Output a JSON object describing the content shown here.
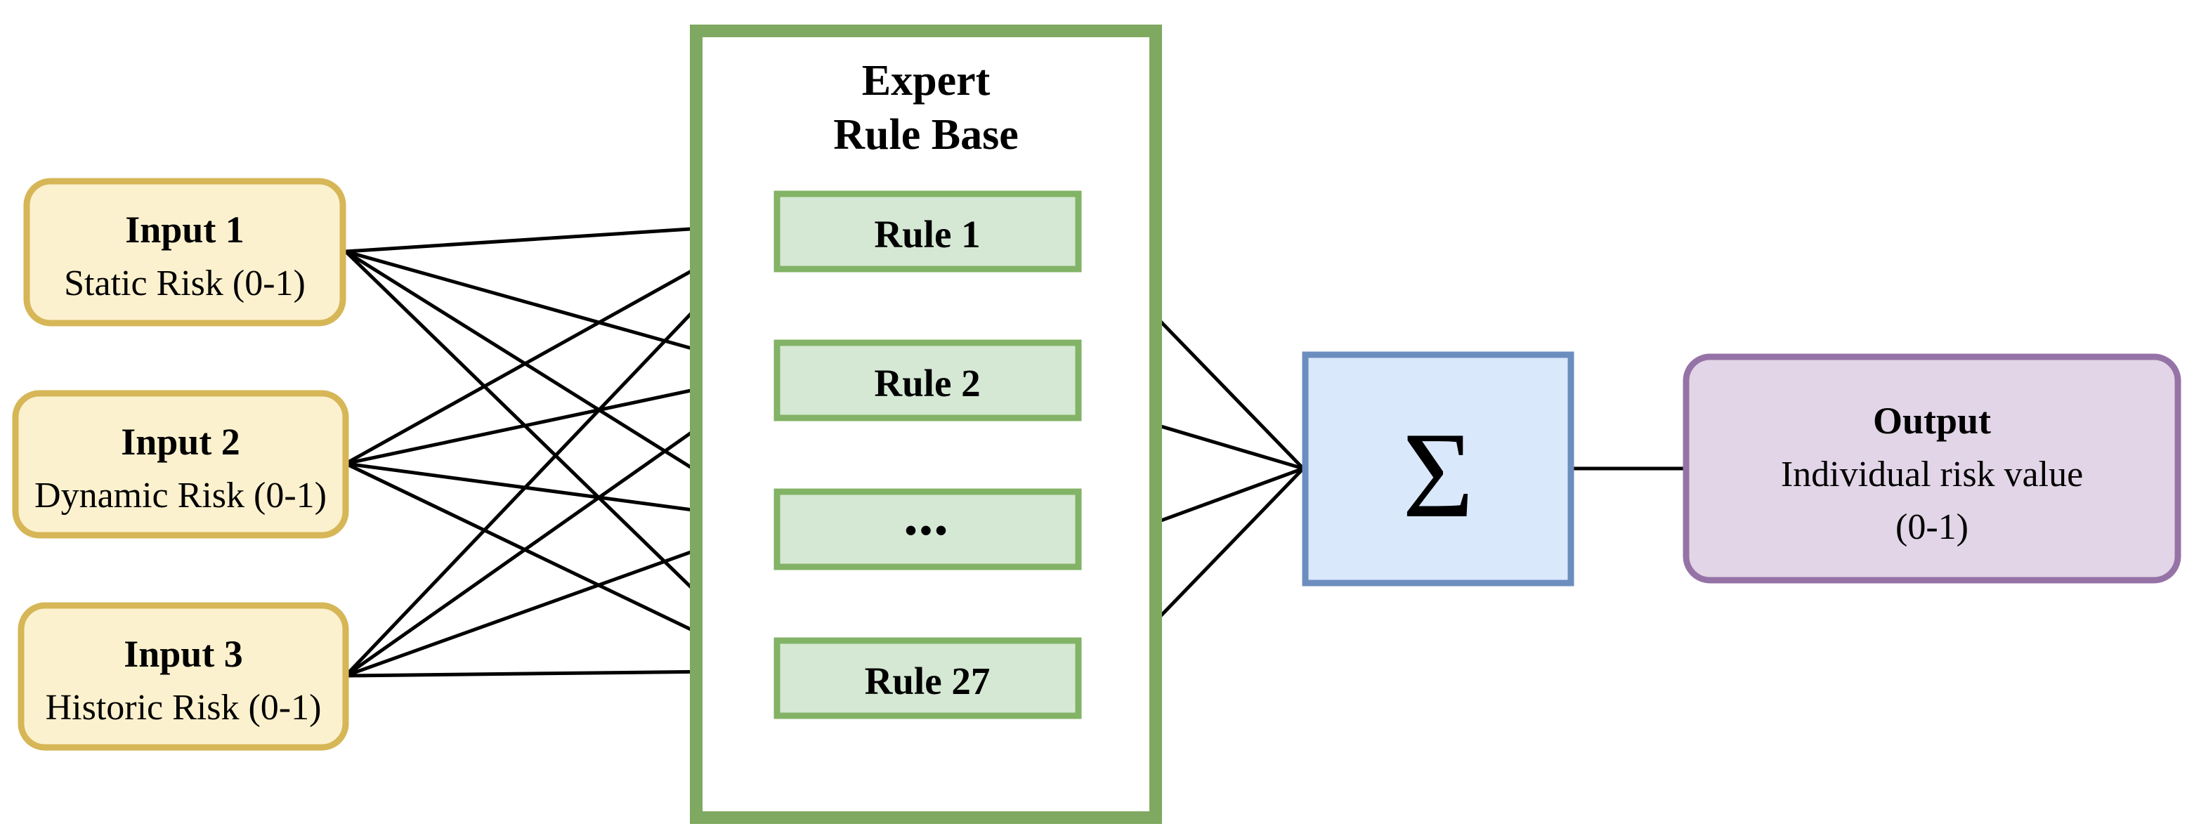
{
  "diagram": {
    "type": "fuzzy-inference-block-diagram",
    "background_color": "#FFFFFF",
    "inputs": [
      {
        "id": "input-1",
        "title": "Input 1",
        "subtitle": "Static Risk (0-1)",
        "fill_color": "#FCF1CE",
        "border_color": "#D6B656"
      },
      {
        "id": "input-2",
        "title": "Input 2",
        "subtitle": "Dynamic Risk (0-1)",
        "fill_color": "#FCF1CE",
        "border_color": "#D6B656"
      },
      {
        "id": "input-3",
        "title": "Input 3",
        "subtitle": "Historic Risk (0-1)",
        "fill_color": "#FCF1CE",
        "border_color": "#D6B656"
      }
    ],
    "rule_base": {
      "title_line_1": "Expert",
      "title_line_2": "Rule Base",
      "border_color": "#7FA860",
      "fill_color": "#FFFFFF",
      "rules": [
        {
          "id": "rule-1",
          "label": "Rule 1",
          "fill_color": "#D5E8D4",
          "border_color": "#82B366"
        },
        {
          "id": "rule-2",
          "label": "Rule 2",
          "fill_color": "#D5E8D4",
          "border_color": "#82B366"
        },
        {
          "id": "rule-ellipsis",
          "label": "•••",
          "fill_color": "#D5E8D4",
          "border_color": "#82B366"
        },
        {
          "id": "rule-27",
          "label": "Rule 27",
          "fill_color": "#D5E8D4",
          "border_color": "#82B366"
        }
      ]
    },
    "aggregator": {
      "id": "summation-node",
      "symbol": "Σ",
      "fill_color": "#DAE8FC",
      "border_color": "#6C8EBF"
    },
    "output": {
      "id": "output-node",
      "title": "Output",
      "subtitle_line_1": "Individual risk value",
      "subtitle_line_2": "(0-1)",
      "fill_color": "#E1D5E7",
      "border_color": "#9673A6"
    },
    "edges": {
      "stroke_color": "#000000",
      "input_to_rule_count": 12,
      "rule_to_sum_count": 4,
      "sum_to_output_count": 1
    }
  }
}
